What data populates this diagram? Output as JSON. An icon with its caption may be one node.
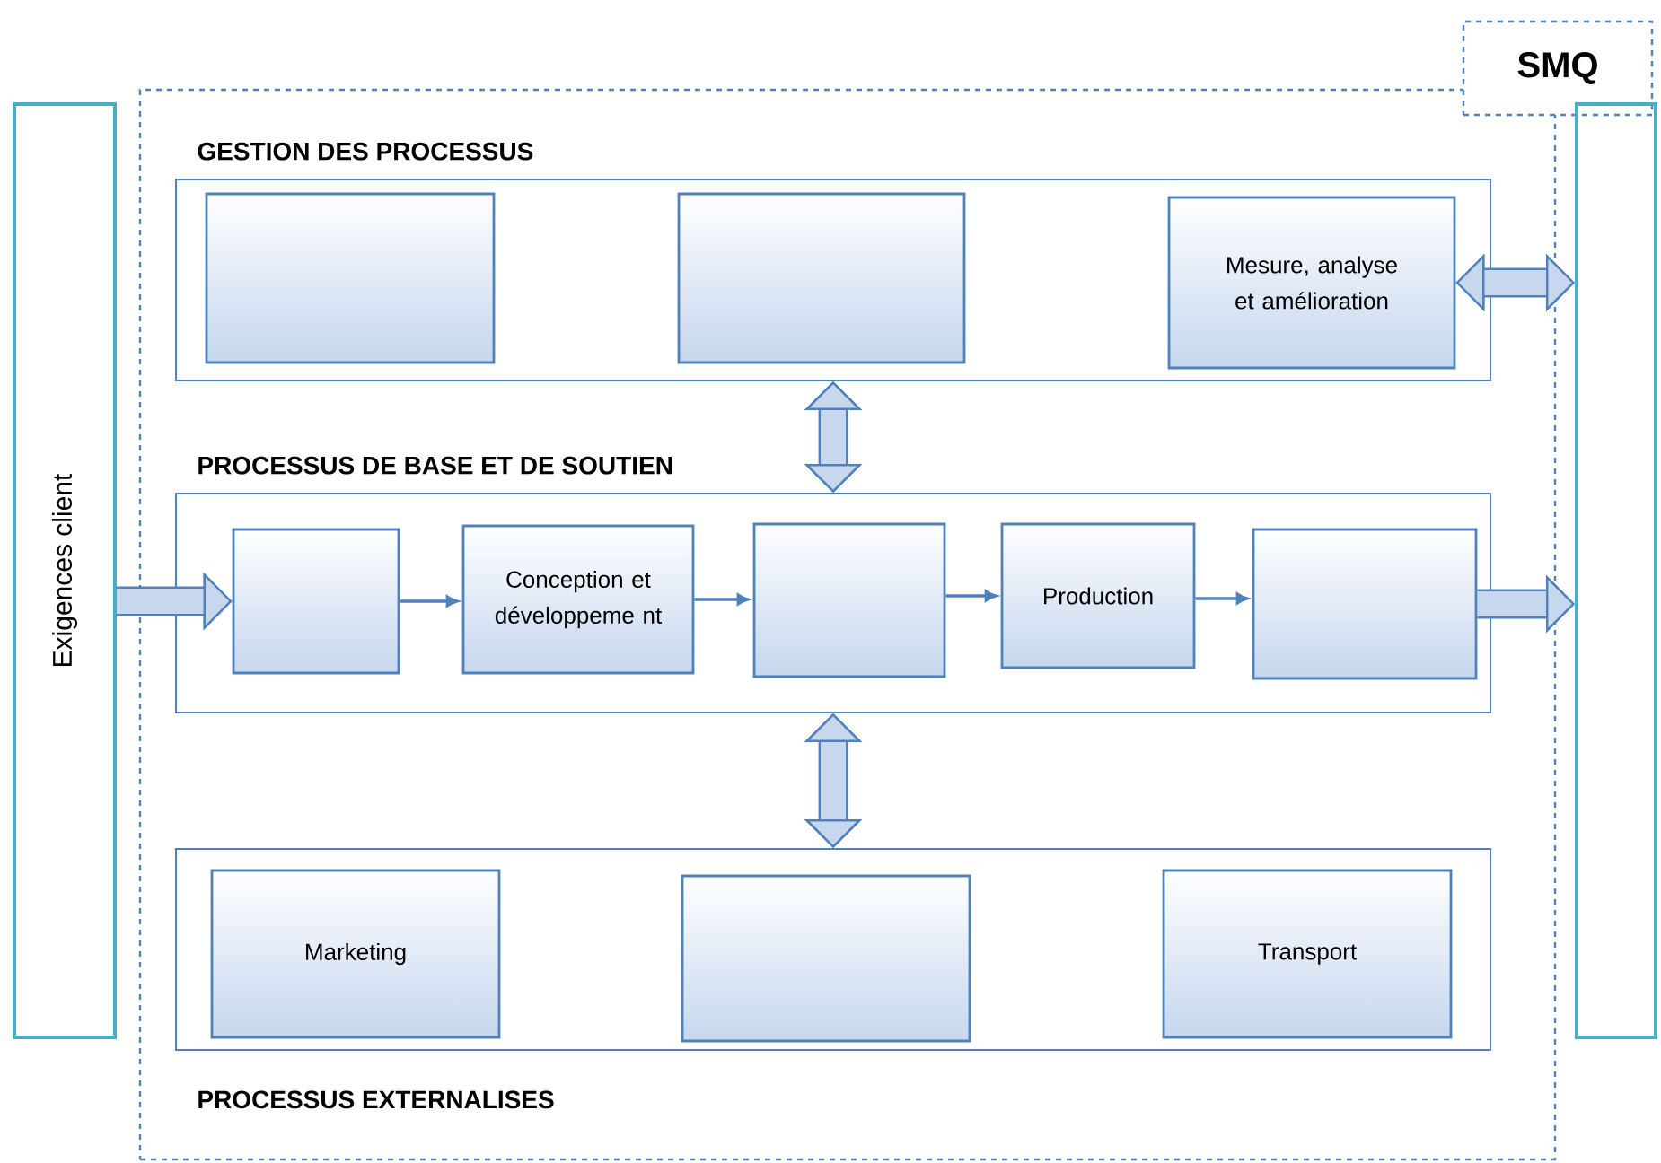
{
  "diagram": {
    "nodes": [
      {
        "text": [
          "SMQ"
        ]
      },
      {
        "text": [
          "Exigences client"
        ]
      },
      {
        "text": [],
        "shape": "box"
      },
      {
        "text": [
          "GESTION DES PROCESSUS"
        ],
        "in": 0
      },
      {
        "text": [],
        "shape": "box",
        "in": 3
      },
      {
        "text": [],
        "shape": "box",
        "in": 3
      },
      {
        "text": [
          "Mesure, analyse et amélioration"
        ],
        "in": 3
      },
      {
        "text": [
          "PROCESSUS DE BASE ET DE SOUTIEN"
        ],
        "in": 0
      },
      {
        "text": [],
        "shape": "box",
        "in": 7
      },
      {
        "text": [
          "Conception et développeme nt"
        ],
        "in": 7
      },
      {
        "text": [],
        "shape": "box",
        "in": 7
      },
      {
        "text": [
          "Production"
        ],
        "in": 7
      },
      {
        "text": [],
        "shape": "box",
        "in": 7
      },
      {
        "text": [
          "PROCESSUS EXTERNALISES"
        ],
        "in": 0
      },
      {
        "text": [
          "Marketing"
        ],
        "in": 13
      },
      {
        "text": [],
        "shape": "box",
        "in": 13
      },
      {
        "text": [
          "Transport"
        ],
        "in": 13
      }
    ],
    "edges": [
      {
        "from": 6,
        "to": 2,
        "arrow": "both"
      },
      {
        "from": 3,
        "to": 7,
        "arrow": "both"
      },
      {
        "from": 7,
        "to": 13,
        "arrow": "both"
      },
      {
        "from": 1,
        "to": 8,
        "arrow": "to"
      },
      {
        "from": 8,
        "to": 9,
        "arrow": "to"
      },
      {
        "from": 9,
        "to": 10,
        "arrow": "to"
      },
      {
        "from": 10,
        "to": 11,
        "arrow": "to"
      },
      {
        "from": 11,
        "to": 12,
        "arrow": "to"
      },
      {
        "from": 12,
        "to": 2,
        "arrow": "to"
      }
    ]
  }
}
